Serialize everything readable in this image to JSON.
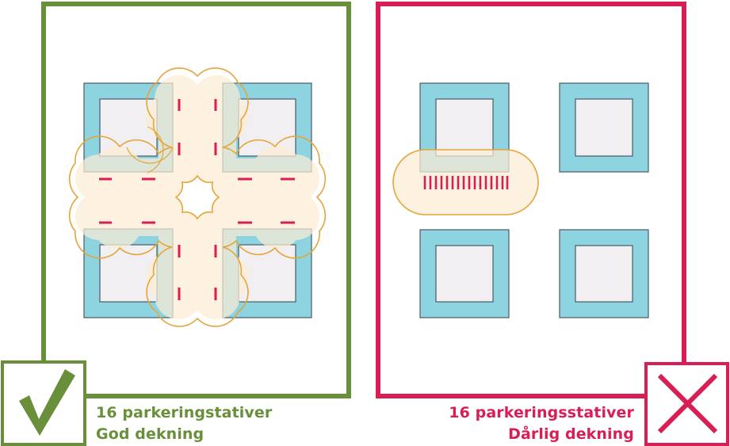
{
  "colors": {
    "good": "#6a8f3a",
    "bad": "#d81f55",
    "building_outer": "#8dd3e0",
    "building_inner": "#f1eff2",
    "building_stroke": "#4a5a66",
    "coverage_fill": "#fcebd4",
    "coverage_stroke": "#e5a53a",
    "rack": "#d81f55"
  },
  "panels": [
    {
      "id": "good",
      "status_icon": "check-icon",
      "caption_line1": "16 parkeringstativer",
      "caption_line2": "God dekning",
      "rack_count": 16,
      "buildings": 4,
      "coverage": "spread"
    },
    {
      "id": "bad",
      "status_icon": "cross-icon",
      "caption_line1": "16 parkeringsstativer",
      "caption_line2": "Dårlig dekning",
      "rack_count": 16,
      "buildings": 4,
      "coverage": "clustered"
    }
  ]
}
